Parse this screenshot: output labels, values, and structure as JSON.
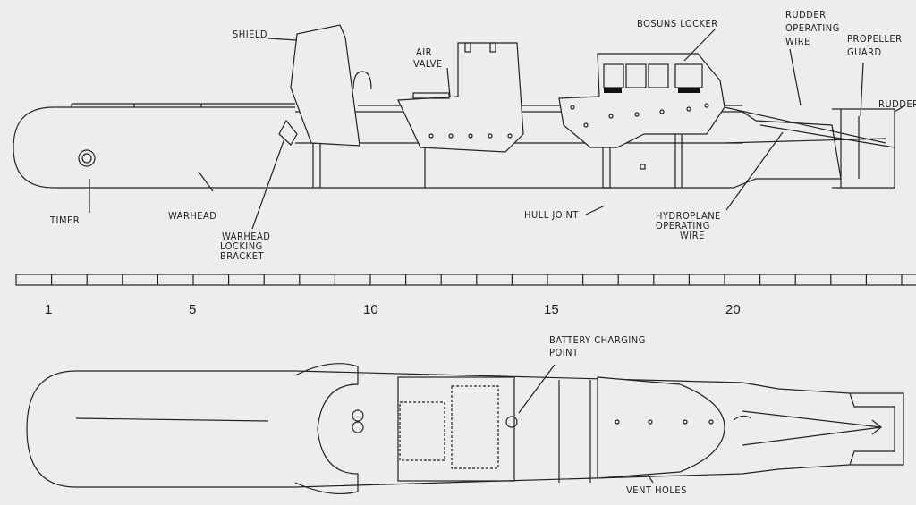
{
  "labels": {
    "shield": "SHIELD",
    "air_valve_1": "AIR",
    "air_valve_2": "VALVE",
    "bosuns_locker": "BOSUNS LOCKER",
    "rudder_wire_1": "RUDDER",
    "rudder_wire_2": "OPERATING",
    "rudder_wire_3": "WIRE",
    "propeller_guard_1": "PROPELLER",
    "propeller_guard_2": "GUARD",
    "rudder": "RUDDER",
    "timer": "TIMER",
    "warhead": "WARHEAD",
    "bracket_1": "WARHEAD",
    "bracket_2": "LOCKING",
    "bracket_3": "BRACKET",
    "hull_joint": "HULL JOINT",
    "hydroplane_1": "HYDROPLANE",
    "hydroplane_2": "OPERATING",
    "hydroplane_3": "WIRE",
    "battery_1": "BATTERY CHARGING",
    "battery_2": "POINT",
    "vent_holes": "VENT HOLES"
  },
  "scale": {
    "ticks": [
      "1",
      "5",
      "10",
      "15",
      "20"
    ]
  }
}
